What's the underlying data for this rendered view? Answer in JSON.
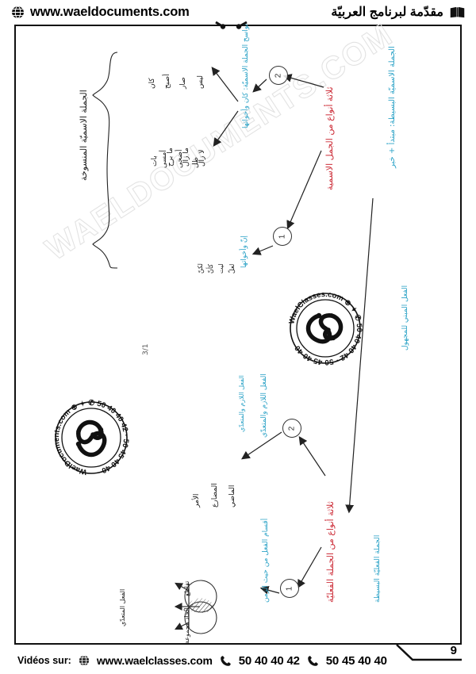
{
  "document": {
    "page_number": "9",
    "section_label": "3/1"
  },
  "header": {
    "globe_icon": "globe-icon",
    "website": "www.waeldocuments.com",
    "book_icon": "open-book-icon",
    "title": "مقدّمة لبرنامج العربيّة"
  },
  "footer": {
    "videos_label": "Vidéos sur:",
    "globe_icon": "globe-icon",
    "website": "www.waelclasses.com",
    "phone_icon": "phone-icon",
    "phone_1": "50 40 40 42",
    "phone_2": "50 45 40 40"
  },
  "watermark": {
    "text": "WAELDOCUMENTS.COM"
  },
  "stamps": [
    {
      "name": "wael-classes-stamp",
      "ring_text": "WaelClasses.com * 50 40 40 42 - 50 45 40 40",
      "center_glyph": "stethoscope-monogram"
    },
    {
      "name": "wael-documents-stamp",
      "ring_text": "WaelDocuments.com * 50 40 40 42 - 50 45 40 40",
      "center_glyph": "stethoscope-monogram"
    }
  ],
  "diagram": {
    "top_branch": {
      "root_red": "ثلاثة أنواع من الجمل الاسمية",
      "right_cyan_note": "الجملة الاسميّة البسيطة: مبتدأ + خبر",
      "node_1_label": "1",
      "node_2_label": "2",
      "brace_label": "الجملة الاسميّة المنسوخة",
      "sub_cyan_1": "نواسخ الجملة الاسميّة: كان وأخواتها",
      "sub_cyan_2": "كان وأخواتها",
      "row_1": [
        "ليس",
        "صار",
        "أصبح",
        "كان"
      ],
      "row_2": [
        "لا زال",
        "ما زال",
        "ما برح",
        "بات"
      ],
      "row_3": [
        "ظل",
        "أضحى",
        "أمسى",
        "ما فتئ"
      ],
      "lower_cyan": "إنّ وأخواتها",
      "lower_row": [
        "لعلّ",
        "ليت",
        "كأنّ",
        "لكنّ",
        "أنّ",
        "إنّ"
      ]
    },
    "bottom_branch": {
      "root_red": "ثلاثة أنواع من الجملة الفعليّة",
      "node_1_label": "1",
      "node_2_label": "2",
      "right_cyan_note": "الجملة الفعليّة البسيطة",
      "cyan_label_1": "الفعل اللازم والمتعدّي",
      "cyan_label_2": "الفعل المبني للمجهول",
      "cyan_label_3": "أقسام الفعل من حيث الزمن",
      "items": [
        "الماضي",
        "المضارع",
        "الأمر"
      ],
      "venn_labels": [
        "تقاطع",
        "اتّحاد",
        "مجموعة"
      ],
      "venn_note": "الفعل المتعدّي"
    }
  },
  "colors": {
    "red": "#cc2b36",
    "cyan": "#2da3c7",
    "ink": "#1a1a1a",
    "watermark": "#e3e3e3"
  }
}
